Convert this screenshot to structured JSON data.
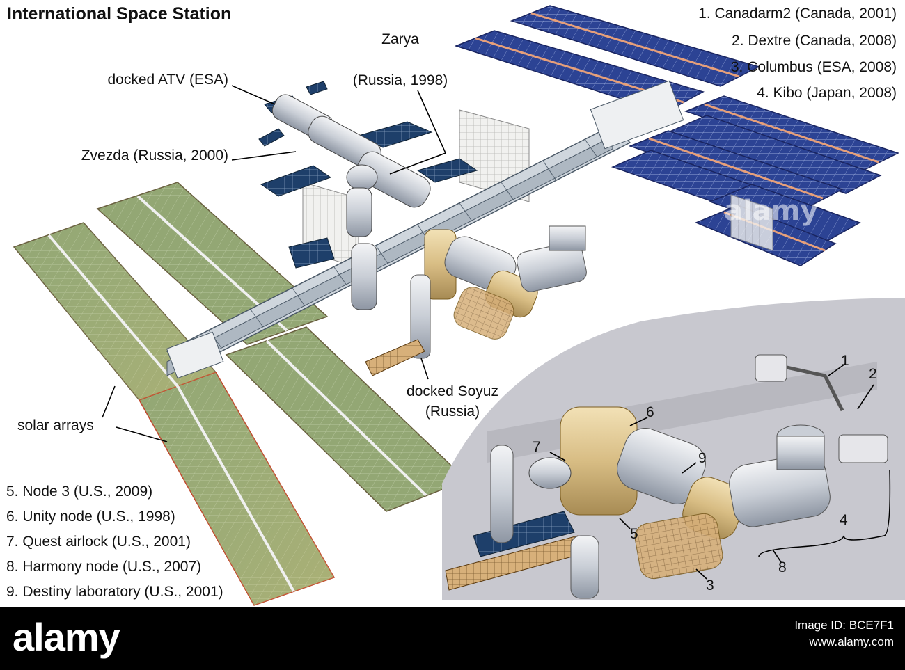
{
  "title": "International Space Station",
  "right_legend": [
    "1. Canadarm2 (Canada, 2001)",
    "2. Dextre (Canada, 2008)",
    "3. Columbus (ESA, 2008)",
    "4. Kibo (Japan, 2008)"
  ],
  "left_legend": [
    "5. Node 3 (U.S., 2009)",
    "6. Unity node (U.S., 1998)",
    "7. Quest airlock (U.S., 2001)",
    "8. Harmony node (U.S., 2007)",
    "9. Destiny laboratory (U.S., 2001)"
  ],
  "callouts": {
    "atv": "docked ATV (ESA)",
    "zvezda": "Zvezda (Russia, 2000)",
    "zarya_1": "Zarya",
    "zarya_2": "(Russia, 1998)",
    "soyuz_1": "docked Soyuz",
    "soyuz_2": "(Russia)",
    "solar": "solar arrays"
  },
  "inset_numbers": [
    "1",
    "2",
    "3",
    "4",
    "5",
    "6",
    "7",
    "8",
    "9"
  ],
  "footer": {
    "brand": "alamy",
    "image_id": "Image ID: BCE7F1",
    "site": "www.alamy.com"
  },
  "watermark": "alamy",
  "colors": {
    "solar_blue": "#2a3f8f",
    "solar_green": "#8fa86a",
    "truss": "#c9d2da",
    "module_gold": "#d8b46a",
    "inset_bg": "#c9c9cf"
  }
}
